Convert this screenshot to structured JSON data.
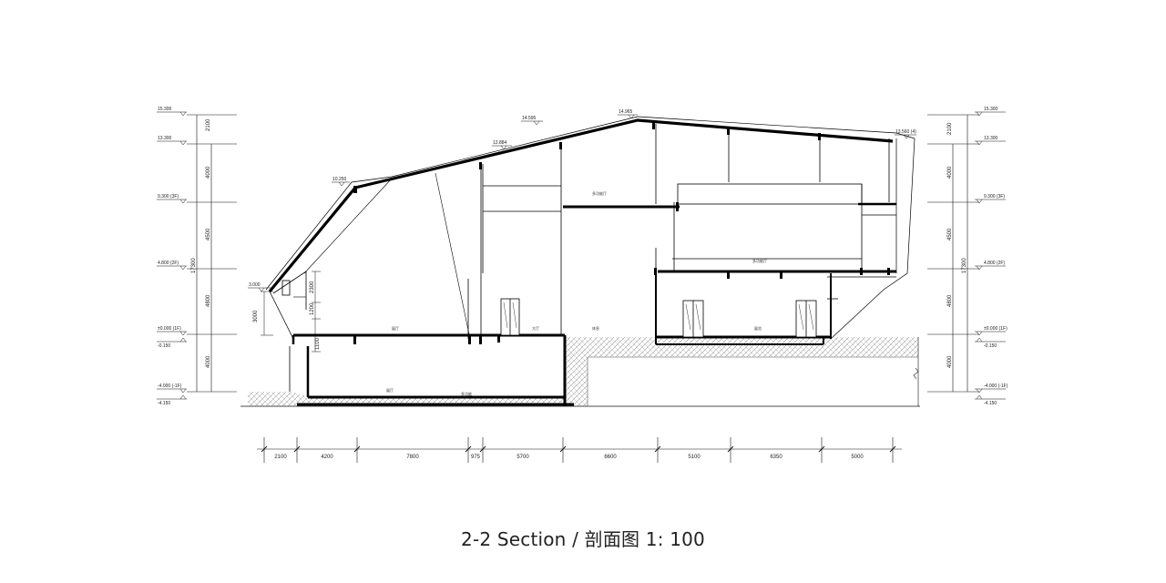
{
  "caption": "2-2 Section / 剖面图  1: 100",
  "left_levels": [
    "15.300",
    "13.300",
    "9.300 (3F)",
    "4.800 (2F)",
    "±0.000 (1F)",
    "-0.150",
    "-4.000 (-1F)",
    "-4.150"
  ],
  "right_levels": [
    "15.300",
    "13.300",
    "9.300 (3F)",
    "4.800 (2F)",
    "±0.000 (1F)",
    "-0.150",
    "-4.000 (-1F)",
    "-4.150"
  ],
  "left_vertical_dims": [
    "2100",
    "4000",
    "4500",
    "4800",
    "4000"
  ],
  "right_vertical_dims": [
    "2100",
    "4000",
    "4500",
    "4800",
    "4000"
  ],
  "total_height_label": "17300",
  "inner_dims": [
    "3000",
    "2300",
    "1200",
    "1100"
  ],
  "roof_levels": [
    "14.595",
    "14.965",
    "12.884",
    "10.250",
    "13.560 (4)",
    "3.000"
  ],
  "bottom_dims": [
    "2100",
    "4200",
    "7800",
    "975",
    "5700",
    "6600",
    "5100",
    "6350",
    "5000"
  ],
  "room_labels": [
    "多功能厅",
    "多功能厅",
    "展厅",
    "大厅",
    "休息",
    "展览",
    "展厅",
    "多功能"
  ]
}
